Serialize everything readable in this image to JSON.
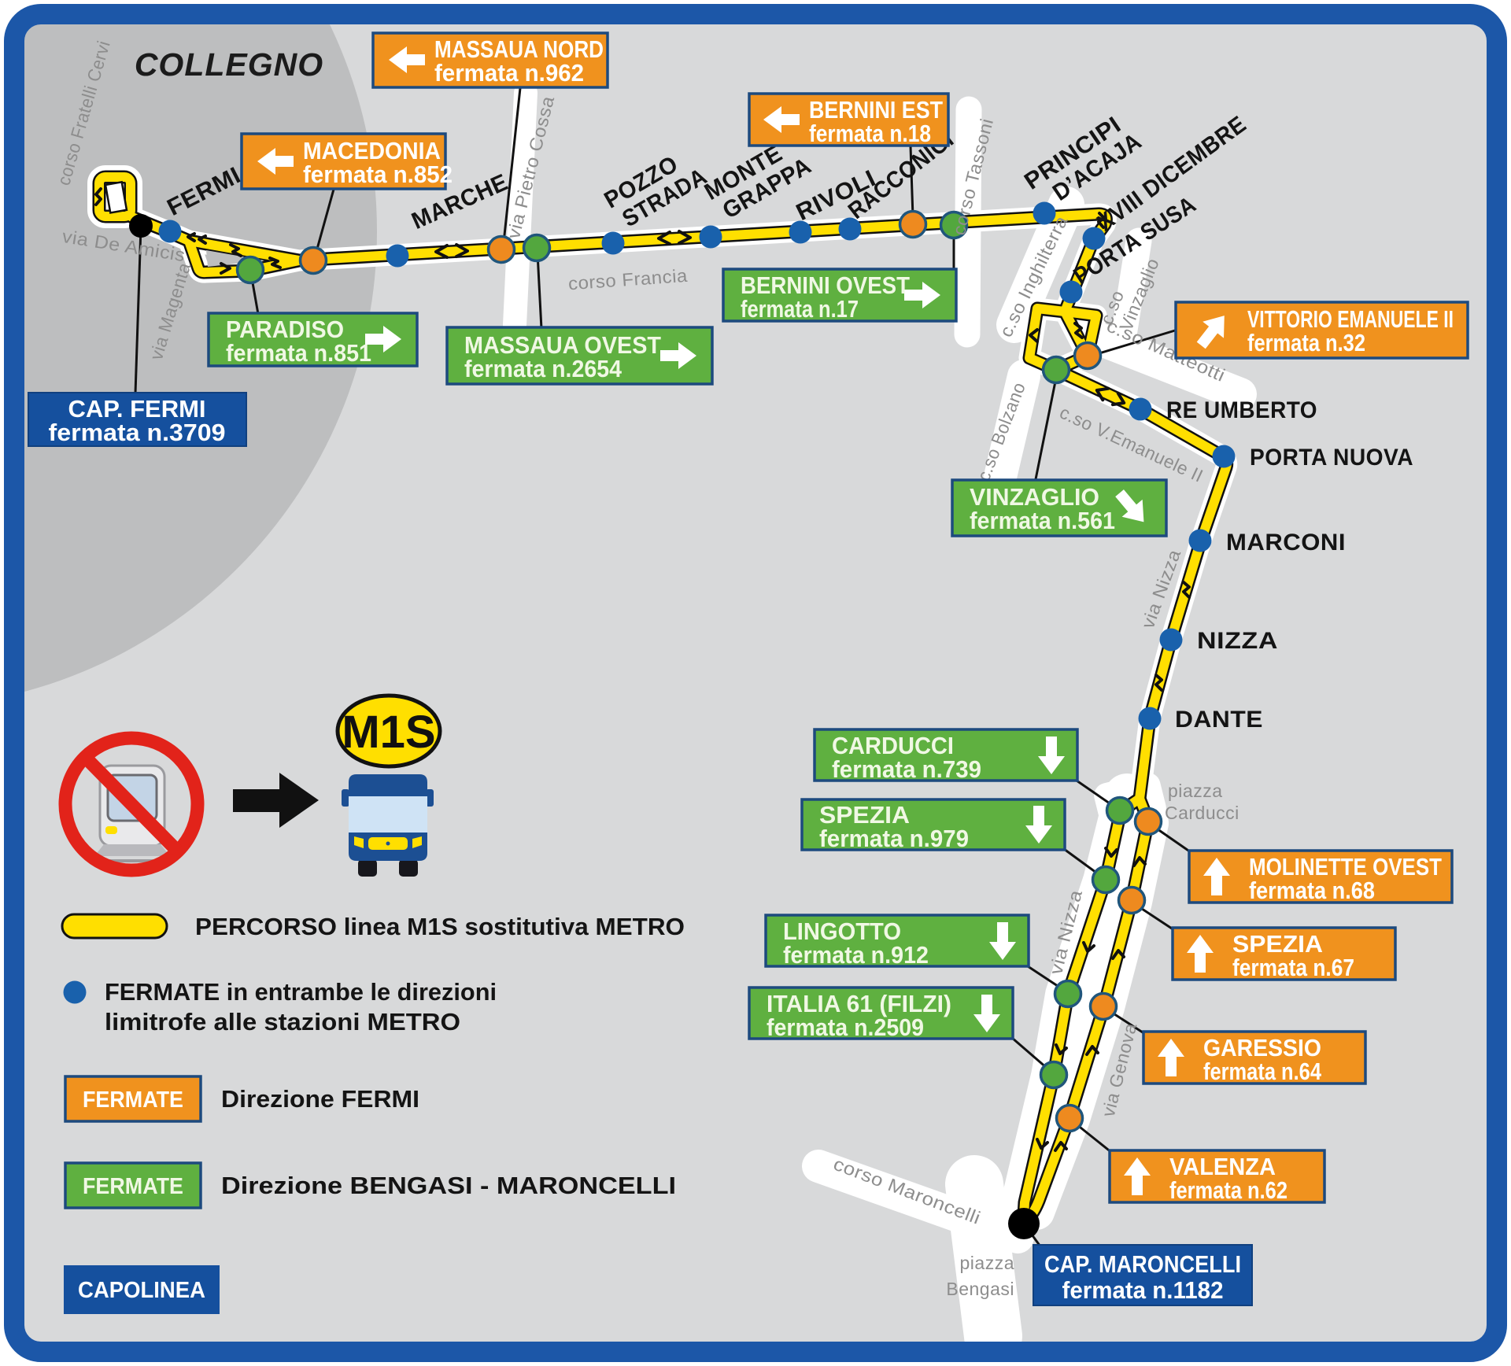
{
  "map": {
    "region_label": "COLLEGNO",
    "streets": {
      "corso_fratelli_cervi": "corso Fratelli Cervi",
      "via_de_amicis": "via De Amicis",
      "via_magenta": "via Magenta",
      "via_pietro_cossa": "via Pietro Cossa",
      "corso_francia": "corso Francia",
      "corso_tassoni": "corso Tassoni",
      "cso_inghilterra": "c.so Inghilterra",
      "cso_vinzaglio_l1": "c.so",
      "cso_vinzaglio_l2": "Vinzaglio",
      "cso_matteotti": "c.so Matteotti",
      "cso_bolzano": "c.so Bolzano",
      "cso_v_emanuele": "c.so V.Emanuele II",
      "via_nizza_upper": "via Nizza",
      "via_nizza_lower": "via Nizza",
      "via_genova": "via Genova",
      "corso_maroncelli": "corso Maroncelli",
      "piazza_carducci_l1": "piazza",
      "piazza_carducci_l2": "Carducci",
      "piazza_bengasi_l1": "piazza",
      "piazza_bengasi_l2": "Bengasi"
    },
    "stations": {
      "fermi": "FERMI",
      "marche": "MARCHE",
      "pozzo_strada_l1": "POZZO",
      "pozzo_strada_l2": "STRADA",
      "monte_grappa_l1": "MONTE",
      "monte_grappa_l2": "GRAPPA",
      "rivoli": "RIVOLI",
      "racconigi": "RACCONIGI",
      "principi_dacaja_l1": "PRINCIPI",
      "principi_dacaja_l2": "D’ACAJA",
      "xviii_dicembre": "XVIII DICEMBRE",
      "porta_susa": "PORTA SUSA",
      "re_umberto": "RE UMBERTO",
      "porta_nuova": "PORTA NUOVA",
      "marconi": "MARCONI",
      "nizza": "NIZZA",
      "dante": "DANTE"
    }
  },
  "stops": {
    "massaua_nord": {
      "name": "MASSAUA NORD",
      "fermata": "fermata n.962"
    },
    "macedonia": {
      "name": "MACEDONIA",
      "fermata": "fermata n.852"
    },
    "bernini_est": {
      "name": "BERNINI EST",
      "fermata": "fermata n.18"
    },
    "vittorio_emanuele": {
      "name": "VITTORIO EMANUELE II",
      "fermata": "fermata n.32"
    },
    "molinette_ovest": {
      "name": "MOLINETTE OVEST",
      "fermata": "fermata n.68"
    },
    "spezia_67": {
      "name": "SPEZIA",
      "fermata": "fermata n.67"
    },
    "garessio": {
      "name": "GARESSIO",
      "fermata": "fermata n.64"
    },
    "valenza": {
      "name": "VALENZA",
      "fermata": "fermata n.62"
    },
    "paradiso": {
      "name": "PARADISO",
      "fermata": "fermata n.851"
    },
    "massaua_ovest": {
      "name": "MASSAUA  OVEST",
      "fermata": "fermata n.2654"
    },
    "bernini_ovest": {
      "name": "BERNINI OVEST",
      "fermata": "fermata n.17"
    },
    "vinzaglio": {
      "name": "VINZAGLIO",
      "fermata": "fermata n.561"
    },
    "carducci": {
      "name": "CARDUCCI",
      "fermata": "fermata n.739"
    },
    "spezia_979": {
      "name": "SPEZIA",
      "fermata": "fermata n.979"
    },
    "lingotto": {
      "name": "LINGOTTO",
      "fermata": "fermata n.912"
    },
    "italia_61": {
      "name": "ITALIA 61 (FILZI)",
      "fermata": "fermata n.2509"
    },
    "cap_fermi": {
      "name": "CAP. FERMI",
      "fermata": "fermata n.3709"
    },
    "cap_maroncelli": {
      "name": "CAP. MARONCELLI",
      "fermata": "fermata n.1182"
    }
  },
  "legend": {
    "m1s_badge": "M1S",
    "percorso": "PERCORSO linea M1S  sostitutiva METRO",
    "fermate_both_l1": "FERMATE in entrambe le direzioni",
    "fermate_both_l2": "limitrofe alle stazioni METRO",
    "fermate_box_orange": "FERMATE",
    "fermate_box_green": "FERMATE",
    "direzione_fermi": "Direzione FERMI",
    "direzione_bengasi": "Direzione BENGASI - MARONCELLI",
    "capolinea": "CAPOLINEA"
  },
  "colors": {
    "bg": "#d8d9da",
    "collegno_gray": "#bdbebf",
    "frame_blue": "#1c57a8",
    "route_yellow": "#ffdf00",
    "stop_orange": "#f0921e",
    "stop_green": "#5fb040",
    "dot_green": "#53a73e",
    "dot_orange": "#ee8a1f",
    "metro_blue": "#1961ac",
    "box_blue": "#15509e",
    "box_border": "#1d4a7e",
    "no_entry_red": "#e2231a",
    "street_gray": "#8d8d8d"
  }
}
